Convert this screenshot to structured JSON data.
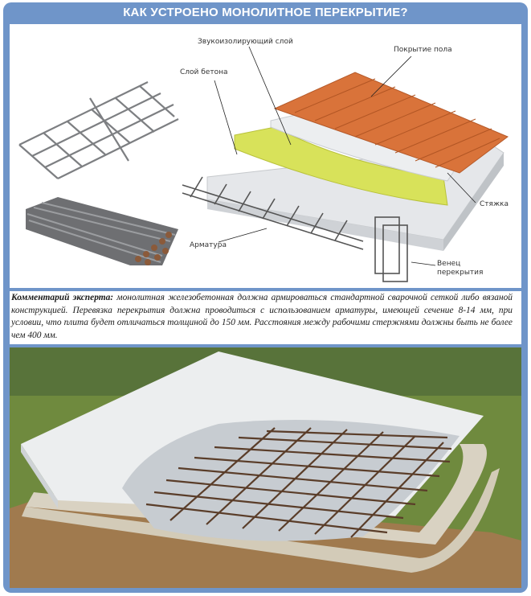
{
  "header": {
    "title": "КАК УСТРОЕНО МОНОЛИТНОЕ ПЕРЕКРЫТИЕ?"
  },
  "diagram": {
    "labels": {
      "sound_layer": "Звукоизолирующий слой",
      "floor_cover": "Покрытие пола",
      "concrete_layer": "Слой бетона",
      "screed": "Стяжка",
      "rebar": "Арматура",
      "crown_line1": "Венец",
      "crown_line2": "перекрытия"
    }
  },
  "comment": {
    "lead": "Комментарий эксперта:",
    "text": " монолитная железобетонная должна армироваться стандартной сварочной сеткой либо вязаной конструкцией. Перевязка перекрытия должна проводиться с использованием арматуры, имеющей сечение 8-14 мм, при условии, что плита будет отличаться толщиной до 150 мм. Расстояния между рабочими стержнями должны быть не более чем 400 мм."
  },
  "colors": {
    "frame": "#6f95c9",
    "parquet": "#d9733a",
    "insulation": "#d8e25a",
    "concrete": "#e6e8eb",
    "rebar": "#6a5040",
    "grass": "#5f7d3a"
  }
}
